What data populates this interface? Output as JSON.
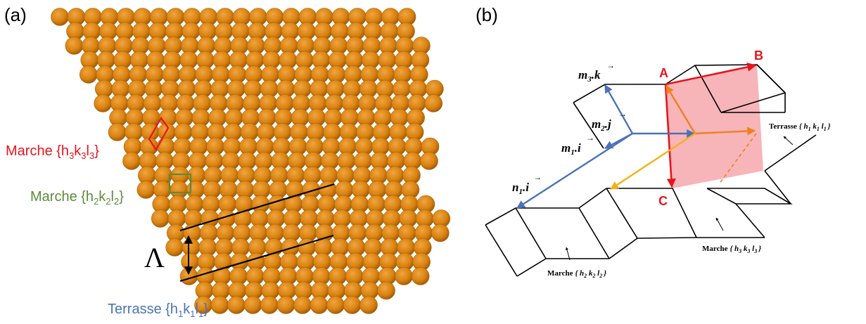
{
  "panel_a": {
    "label": "(a)",
    "step_h3": {
      "prefix": "Marche {h",
      "s1": "3",
      "m1": "k",
      "s2": "3",
      "m2": "l",
      "s3": "3",
      "suffix": "}",
      "color": "#e8141c"
    },
    "step_h2": {
      "prefix": "Marche {h",
      "s1": "2",
      "m1": "k",
      "s2": "2",
      "m2": "l",
      "s3": "2",
      "suffix": "}",
      "color": "#5d8a3a"
    },
    "terrace": {
      "prefix": "Terrasse {h",
      "s1": "1",
      "m1": "k",
      "s2": "1",
      "m2": "l",
      "s3": "1",
      "suffix": "}",
      "color": "#4a73b8"
    },
    "lambda": "Λ",
    "atom_color": "#d9820f"
  },
  "panel_b": {
    "label": "(b)",
    "point_a": "A",
    "point_b": "B",
    "point_c": "C",
    "vec_m3": {
      "coef": "m",
      "sub": "3",
      "vec": ".k"
    },
    "vec_m2": {
      "coef": "m",
      "sub": "2",
      "vec": ".j"
    },
    "vec_m1": {
      "coef": "m",
      "sub": "1",
      "vec": ".i"
    },
    "vec_n1": {
      "coef": "n",
      "sub": "1",
      "vec": ".i"
    },
    "terrace_label": {
      "prefix": "Terrasse",
      "body": "{ h",
      "s1": "1",
      "k": " k",
      "s2": "1",
      "l": " l",
      "s3": "1",
      "end": "}"
    },
    "step3_label": {
      "prefix": "Marche",
      "body": "{ h",
      "s1": "3",
      "k": " k",
      "s2": "3",
      "l": " l",
      "s3": "3",
      "end": "}"
    },
    "step2_label": {
      "prefix": "Marche",
      "body": "{ h",
      "s1": "2",
      "k": " k",
      "s2": "2",
      "l": " l",
      "s3": "2",
      "end": "}"
    },
    "colors": {
      "red": "#e8141c",
      "blue": "#4a73b8",
      "orange": "#f08020",
      "yellow": "#f5b018",
      "pink": "#f6a8ad"
    }
  }
}
